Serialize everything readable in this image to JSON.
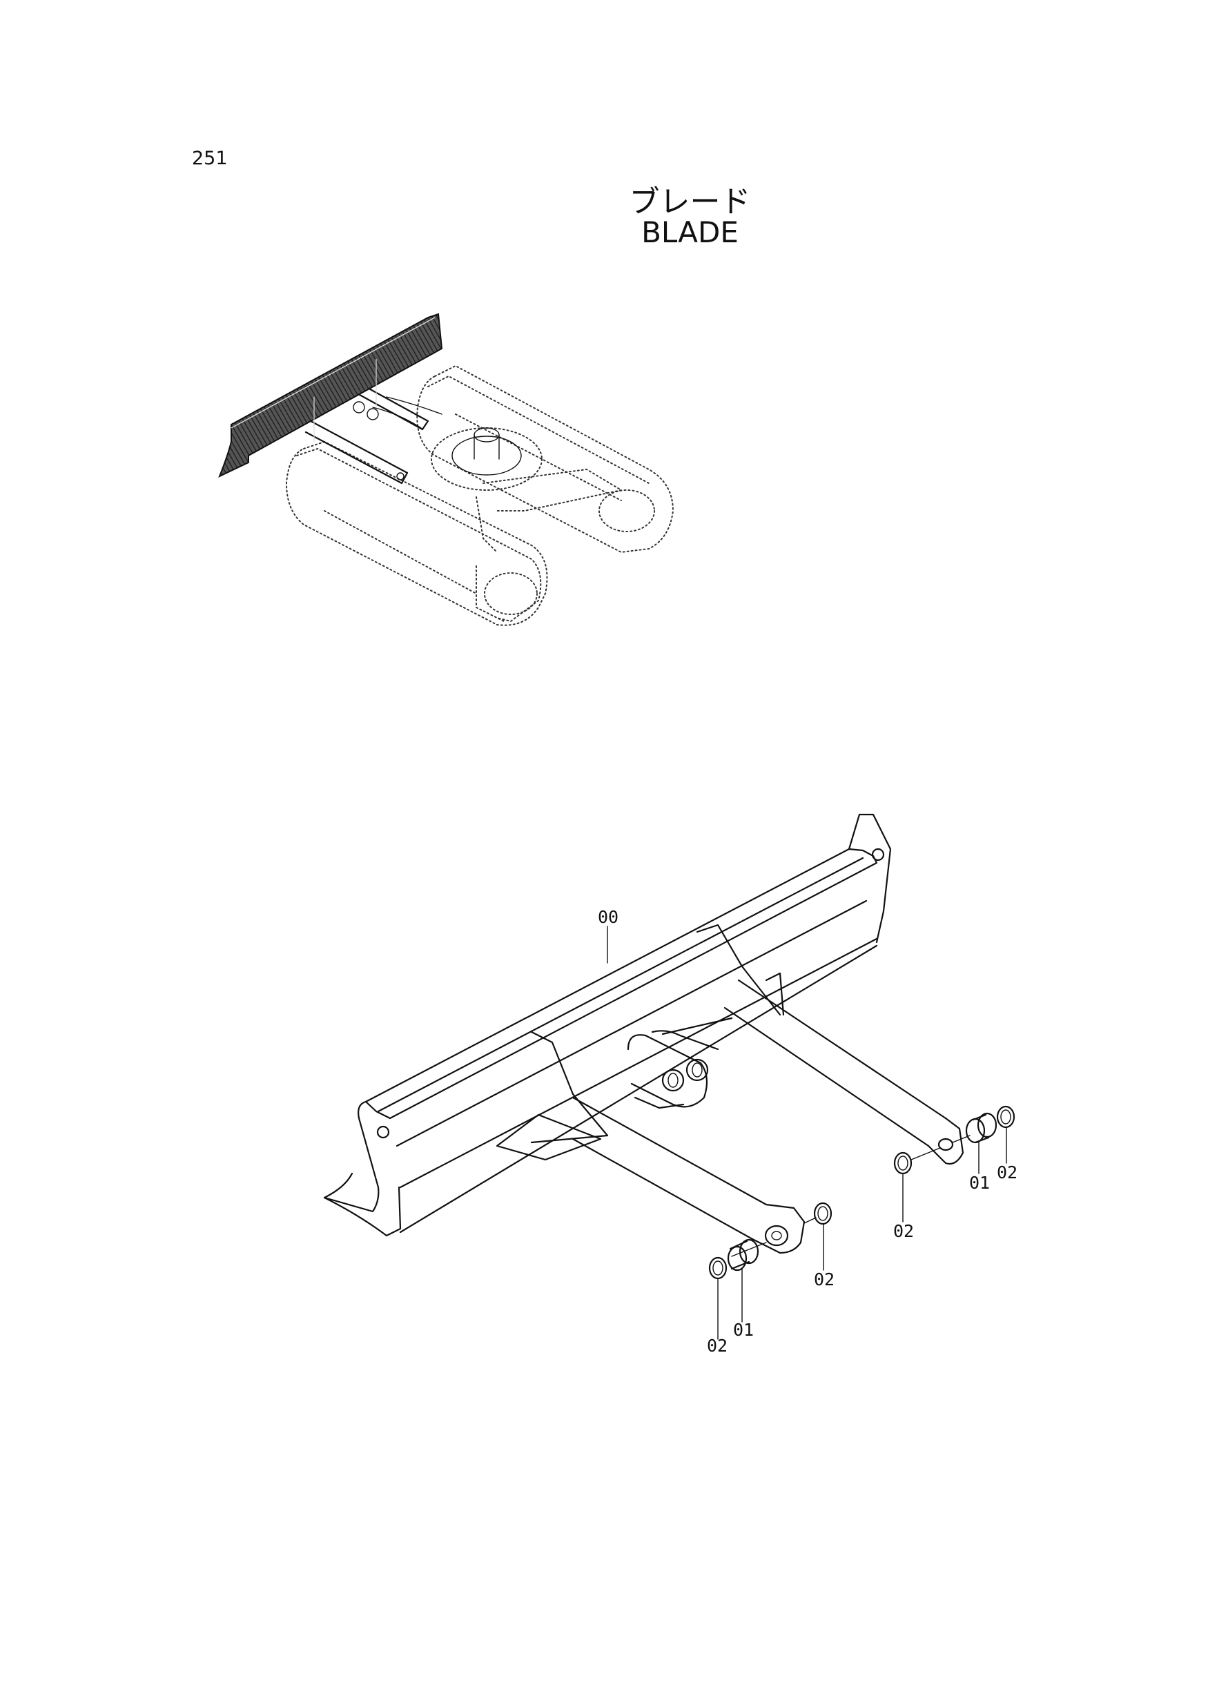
{
  "page": {
    "number": "251"
  },
  "title": {
    "japanese": "ブレード",
    "english": "BLADE"
  },
  "callouts": [
    {
      "id": "00",
      "text": "00"
    },
    {
      "id": "01a",
      "text": "01"
    },
    {
      "id": "02a",
      "text": "02"
    },
    {
      "id": "02b",
      "text": "02"
    },
    {
      "id": "01b",
      "text": "01"
    },
    {
      "id": "02c",
      "text": "02"
    },
    {
      "id": "02d",
      "text": "02"
    }
  ]
}
